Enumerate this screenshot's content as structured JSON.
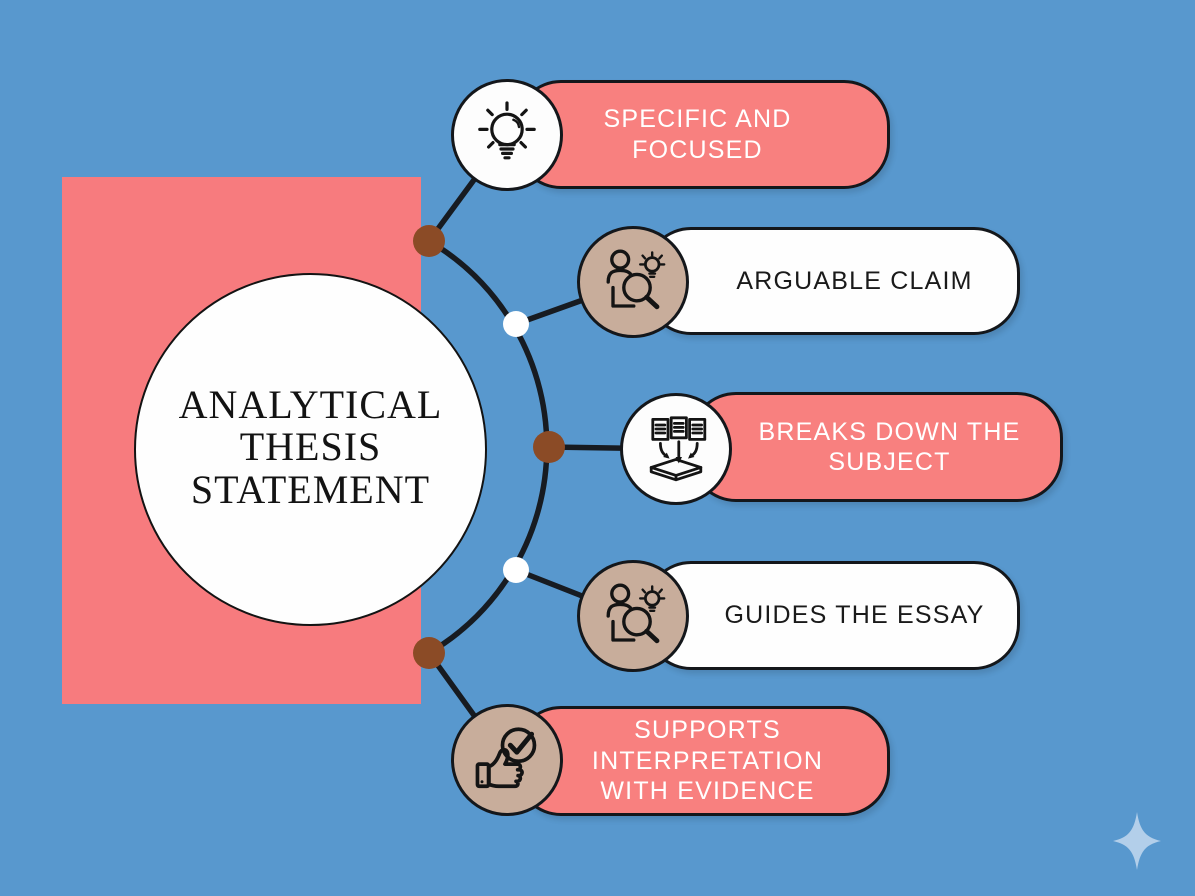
{
  "center": {
    "title_lines": [
      "ANALYTICAL",
      "THESIS",
      "STATEMENT"
    ]
  },
  "branches": [
    {
      "label": "SPECIFIC AND FOCUSED",
      "style": "pink",
      "icon": "lightbulb-icon"
    },
    {
      "label": "ARGUABLE CLAIM",
      "style": "white",
      "icon": "person-magnifier-icon"
    },
    {
      "label": "BREAKS DOWN THE SUBJECT",
      "style": "pink",
      "icon": "documents-breakdown-icon"
    },
    {
      "label": "GUIDES THE ESSAY",
      "style": "white",
      "icon": "person-magnifier-icon"
    },
    {
      "label": "SUPPORTS INTERPRETATION WITH EVIDENCE",
      "style": "pink",
      "icon": "thumbs-up-check-icon"
    }
  ],
  "colors": {
    "background": "#5898CE",
    "panel_pink": "#F77B7E",
    "pill_pink": "#F8807F",
    "pill_white": "#FEFEFE",
    "icon_circle_tan": "#C8AD9B",
    "icon_circle_white": "#FDFDFD",
    "dot_brown": "#8B4B26",
    "dot_white": "#FFFFFF",
    "line": "#171B21",
    "text_on_pink": "#FFFFFF",
    "text_on_white": "#1A1A1A",
    "sparkle_blue": "#B3CFEA"
  },
  "decor": {
    "sparkle": "four-point-star"
  }
}
